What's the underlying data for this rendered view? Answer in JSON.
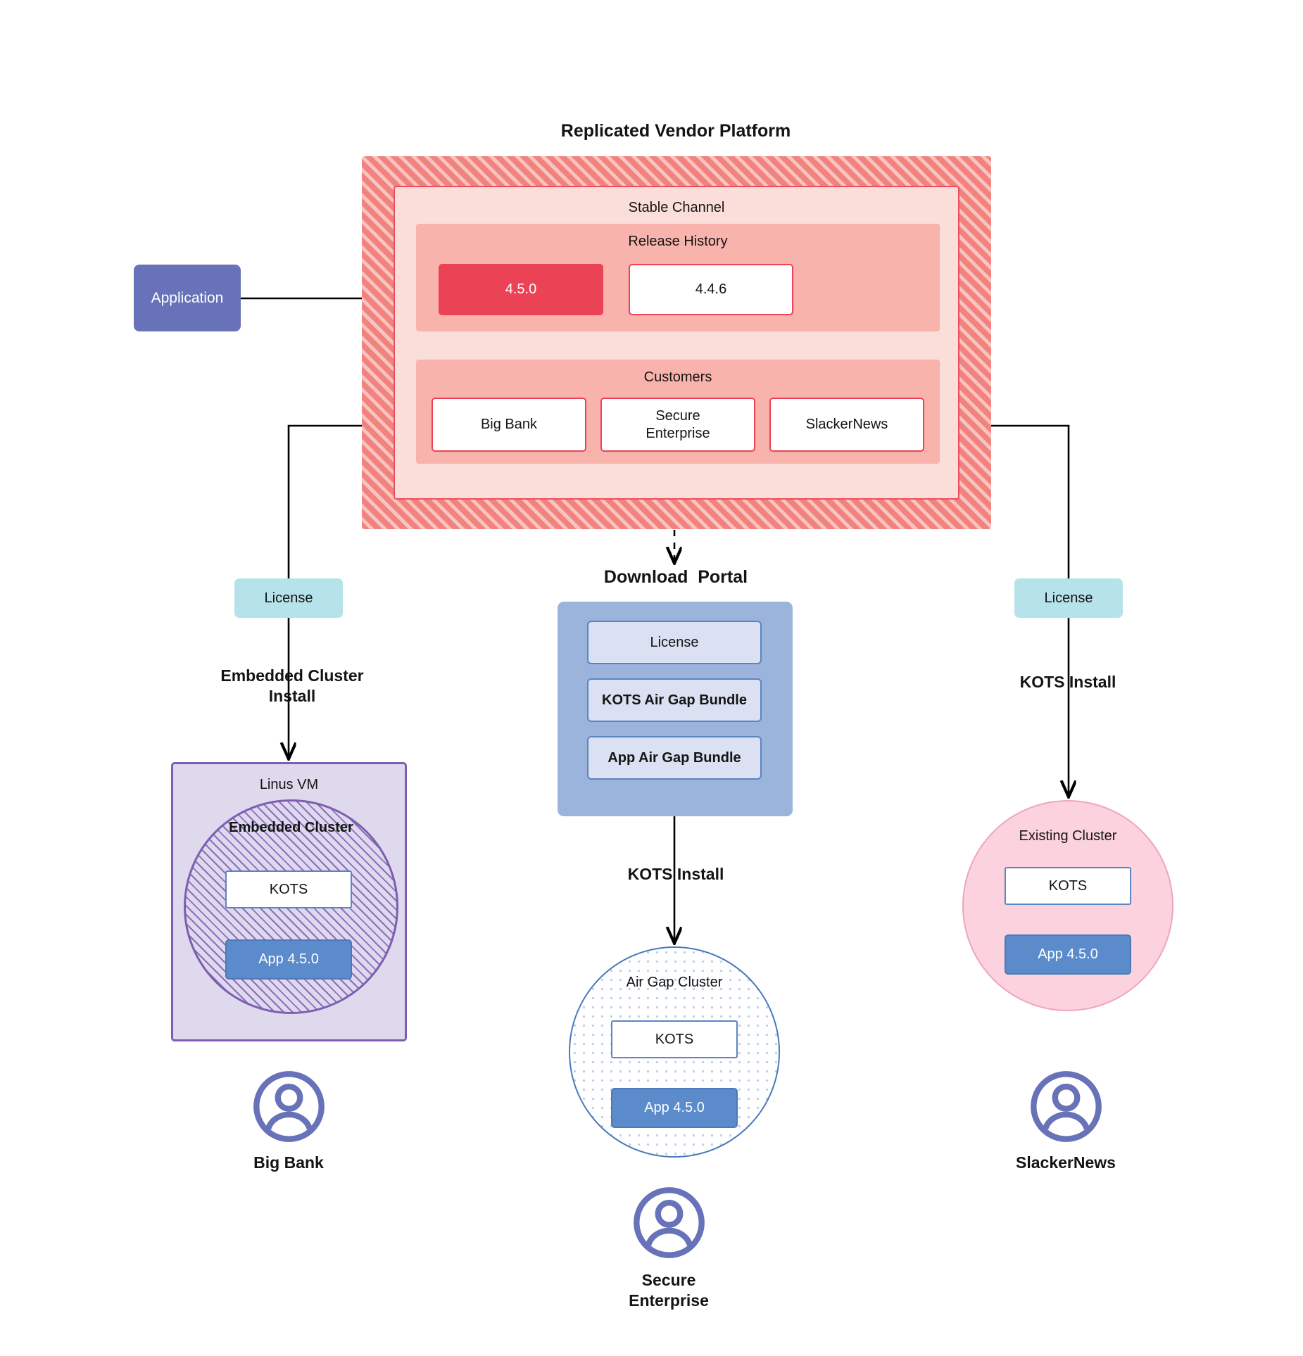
{
  "diagram": {
    "platform_title": "Replicated Vendor Platform",
    "stable_channel": {
      "label": "Stable Channel",
      "release_history": {
        "label": "Release History",
        "releases": [
          {
            "version": "4.5.0",
            "state": "current"
          },
          {
            "version": "4.4.6",
            "state": "previous"
          }
        ]
      },
      "customers": {
        "label": "Customers",
        "items": [
          {
            "name": "Big Bank"
          },
          {
            "name": "Secure\nEnterprise"
          },
          {
            "name": "SlackerNews"
          }
        ]
      }
    },
    "application_box": {
      "label": "Application"
    },
    "download_portal": {
      "title": "Download  Portal",
      "items": [
        {
          "label": "License"
        },
        {
          "label": "KOTS Air Gap Bundle"
        },
        {
          "label": "App Air Gap Bundle"
        }
      ]
    },
    "license_left": {
      "label": "License"
    },
    "license_right": {
      "label": "License"
    },
    "flows": {
      "left": "Embedded Cluster\nInstall",
      "center": "KOTS Install",
      "right": "KOTS Install"
    },
    "left_column": {
      "vm_label": "Linus VM",
      "cluster_label": "Embedded Cluster",
      "kots_label": "KOTS",
      "app_label": "App 4.5.0",
      "customer_name": "Big Bank"
    },
    "center_column": {
      "cluster_label": "Air Gap Cluster",
      "kots_label": "KOTS",
      "app_label": "App 4.5.0",
      "customer_name": "Secure\nEnterprise"
    },
    "right_column": {
      "cluster_label": "Existing Cluster",
      "kots_label": "KOTS",
      "app_label": "App 4.5.0",
      "customer_name": "SlackerNews"
    },
    "colors": {
      "platform_hatch": "#f2827d",
      "platform_hatch_alt": "#f9c3c0",
      "channel_fill": "#fbddd9",
      "channel_border": "#ed4f5e",
      "section_fill": "#f8b3ad",
      "release_current": "#ec4256",
      "application": "#6872b8",
      "license": "#b6e2e9",
      "portal": "#9bb4dc",
      "portal_item": "#dbe0f2",
      "app_version": "#5b8bcb",
      "linux_vm": "#ded9ec",
      "linux_vm_border": "#7e5eb0",
      "existing_cluster": "#fbd2dd",
      "existing_cluster_border": "#f0a5bd",
      "avatar": "#6872b8",
      "edge": "#000000"
    }
  }
}
